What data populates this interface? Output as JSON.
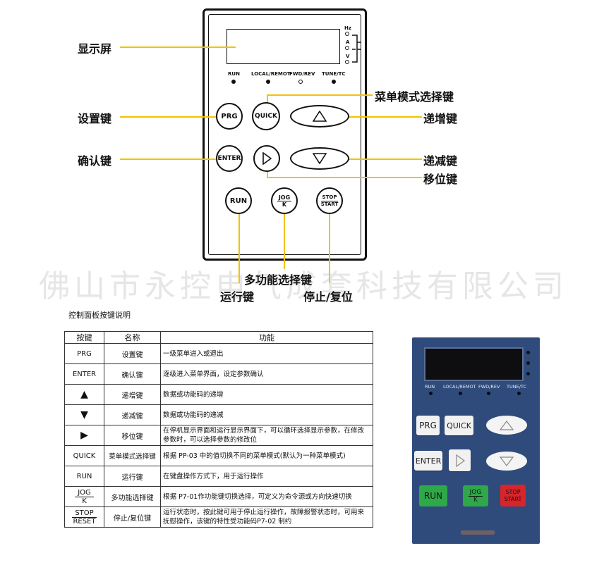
{
  "diagram": {
    "units": [
      "Hz",
      "A",
      "V"
    ],
    "indicators": [
      {
        "label": "RUN",
        "lit": true
      },
      {
        "label": "LOCAL/REMOT",
        "lit": true
      },
      {
        "label": "FWD/REV",
        "lit": false
      },
      {
        "label": "TUNE/TC",
        "lit": true
      }
    ],
    "keys": {
      "prg": "PRG",
      "quick": "QUICK",
      "enter": "ENTER",
      "run": "RUN",
      "jog_top": "JOG",
      "jog_bottom": "K",
      "stop_top": "STOP",
      "stop_bottom": "START"
    },
    "callouts": {
      "display": "显示屏",
      "setting": "设置键",
      "confirm": "确认键",
      "menu_mode": "菜单模式选择键",
      "increment": "递增键",
      "decrement": "递减键",
      "shift": "移位键",
      "multi_function": "多功能选择键",
      "run": "运行键",
      "stop_reset": "停止/复位"
    },
    "watermark": "佛山市永控电气成套科技有限公司",
    "accent_color": "#f2c200"
  },
  "table": {
    "caption": "控制面板按键说明",
    "headers": [
      "按键",
      "名称",
      "功能"
    ],
    "rows": [
      {
        "key": "PRG",
        "name": "设置键",
        "function": "一级菜单进入或退出"
      },
      {
        "key": "ENTER",
        "name": "确认键",
        "function": "逐级进入菜单界面，设定参数确认"
      },
      {
        "key": "▲",
        "name": "递增键",
        "function": "数据或功能码的递增"
      },
      {
        "key": "▼",
        "name": "递减键",
        "function": "数据或功能码的递减"
      },
      {
        "key": "▶",
        "name": "移位键",
        "function": "在停机显示界面和运行显示界面下，可以循环选择显示参数，在修改参数时，可以选择参数的修改位"
      },
      {
        "key": "QUICK",
        "name": "菜单模式选择键",
        "function": "根据 PP-03 中的值切换不同的菜单模式(默认为一种菜单模式)"
      },
      {
        "key": "RUN",
        "name": "运行键",
        "function": "在键盘操作方式下，用于运行操作"
      },
      {
        "key_top": "JOG",
        "key_bottom": "K",
        "name": "多功能选择键",
        "function": "根据 P7-01作功能键切换选择，可定义为命令源或方向快速切换"
      },
      {
        "key_top": "STOP",
        "key_bottom": "RESET",
        "name": "停止/复位键",
        "function": "运行状态时，按此键可用于停止运行操作，故障报警状态时，可用来抚慰操作，该键的特性受功能码P7-02 制约"
      }
    ]
  },
  "photo": {
    "indicators": [
      "RUN",
      "LOCAL/REMOT",
      "FWD/REV",
      "TUNE/TC"
    ],
    "keys": {
      "prg": "PRG",
      "quick": "QUICK",
      "enter": "ENTER",
      "run": "RUN",
      "jog_top": "JOG",
      "jog_bottom": "K",
      "stop_top": "STOP",
      "stop_bottom": "START"
    },
    "panel_color": "#2f4b7c",
    "run_color": "#2fa84a",
    "stop_color": "#d8242a"
  }
}
